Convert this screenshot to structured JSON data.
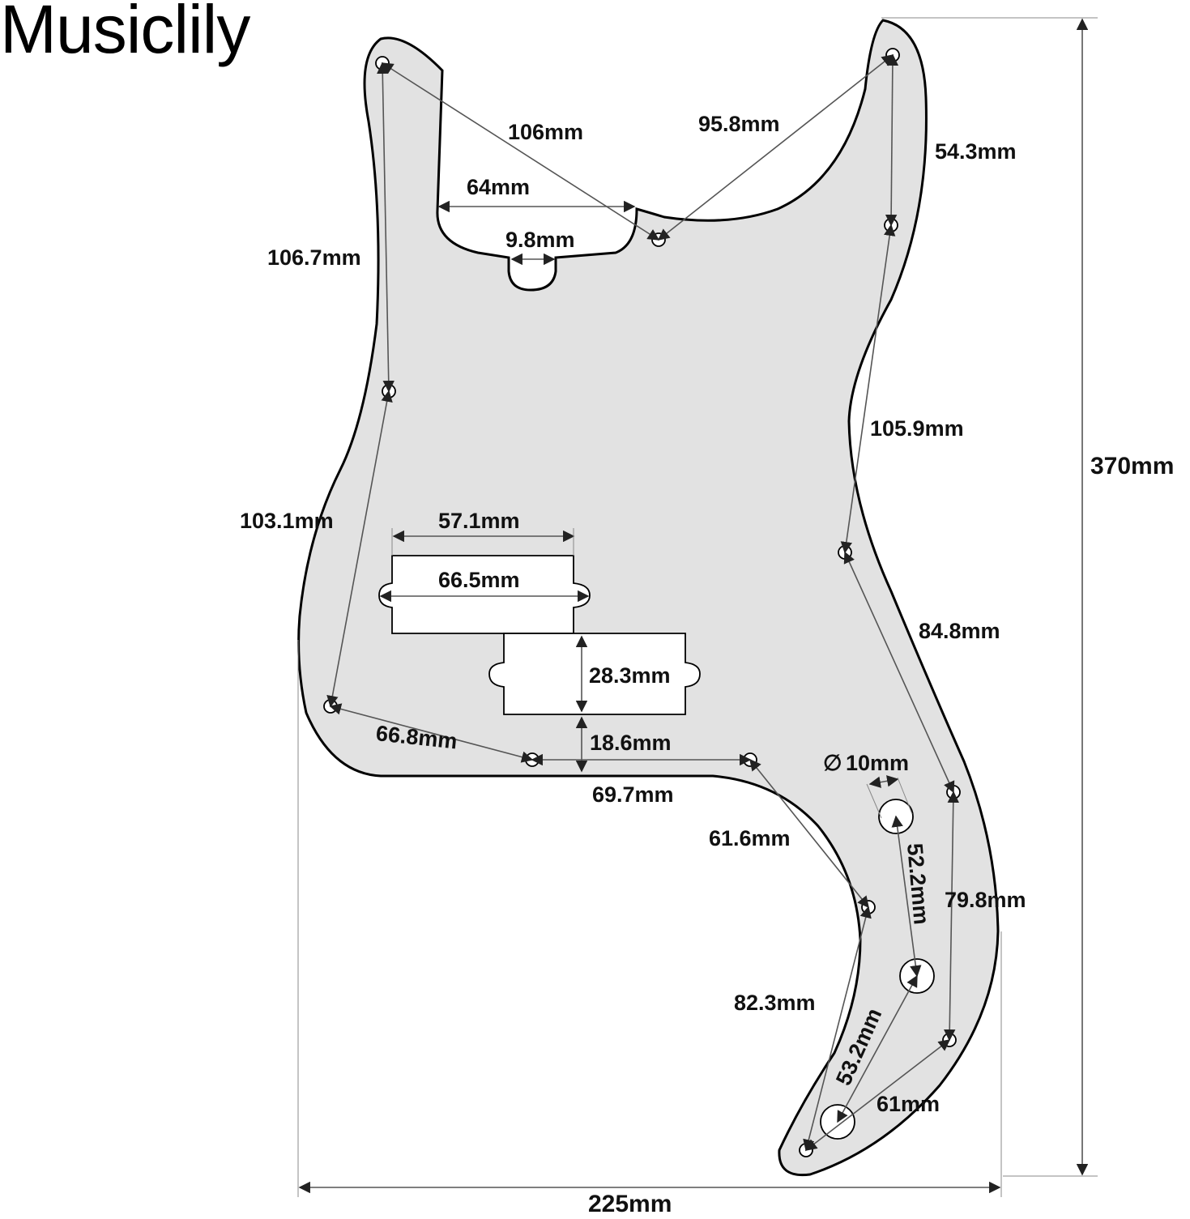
{
  "brand": "Musiclily",
  "colors": {
    "guard_fill": "#e2e2e2",
    "outline": "#000000",
    "dimension_line": "#555555",
    "background": "#ffffff"
  },
  "dimensions": {
    "overall_height": "370mm",
    "overall_width": "225mm",
    "d106": "106mm",
    "d95_8": "95.8mm",
    "d54_3": "54.3mm",
    "d64": "64mm",
    "d9_8": "9.8mm",
    "d106_7": "106.7mm",
    "d105_9": "105.9mm",
    "d103_1": "103.1mm",
    "d57_1": "57.1mm",
    "d66_5": "66.5mm",
    "d28_3": "28.3mm",
    "d84_8": "84.8mm",
    "d66_8": "66.8mm",
    "d18_6": "18.6mm",
    "d69_7": "69.7mm",
    "d10": "10mm",
    "diameter_symbol": "∅",
    "d61_6": "61.6mm",
    "d52_2": "52.2mm",
    "d79_8": "79.8mm",
    "d82_3": "82.3mm",
    "d53_2": "53.2mm",
    "d61": "61mm"
  }
}
